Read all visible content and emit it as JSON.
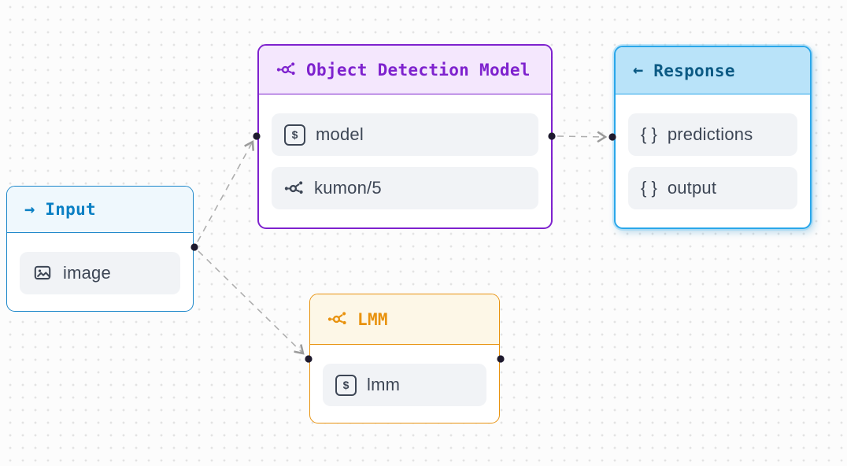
{
  "canvas": {
    "background_color": "#fcfcfc",
    "grid_dot_color": "#e3e3e3",
    "edge_color": "#aeaeae",
    "handle_color": "#1e1a2e"
  },
  "icons": {
    "arrow_right": "→",
    "arrow_left": "←",
    "dollar": "$",
    "braces": "{ }"
  },
  "nodes": {
    "input": {
      "title": "Input",
      "header_icon": "arrow-right-icon",
      "accent": "#1b86c9",
      "header_bg": "#eff8fd",
      "title_color": "#0b80c4",
      "selected": false,
      "rows": [
        {
          "icon": "image-icon",
          "label": "image"
        }
      ]
    },
    "object_detection_model": {
      "title": "Object Detection Model",
      "header_icon": "network-icon",
      "accent": "#7e22ce",
      "header_bg": "#f4e7fd",
      "title_color": "#7e22ce",
      "selected": false,
      "rows": [
        {
          "icon": "parameter-dollar-icon",
          "label": "model"
        },
        {
          "icon": "network-icon",
          "label": "kumon/5"
        }
      ]
    },
    "response": {
      "title": "Response",
      "header_icon": "arrow-left-icon",
      "accent": "#2aa7ea",
      "header_bg": "#b9e3f9",
      "title_color": "#0b5a84",
      "selected": true,
      "rows": [
        {
          "icon": "braces-icon",
          "label": "predictions"
        },
        {
          "icon": "braces-icon",
          "label": "output"
        }
      ]
    },
    "lmm": {
      "title": "LMM",
      "header_icon": "network-icon",
      "accent": "#e8920e",
      "header_bg": "#fdf7e7",
      "title_color": "#e8920e",
      "selected": false,
      "rows": [
        {
          "icon": "parameter-dollar-icon",
          "label": "lmm"
        }
      ]
    }
  },
  "edges": [
    {
      "from": "input",
      "to": "object_detection_model",
      "style": "dashed-arrow"
    },
    {
      "from": "input",
      "to": "lmm",
      "style": "dashed-arrow"
    },
    {
      "from": "object_detection_model",
      "to": "response",
      "style": "dashed-arrow"
    }
  ]
}
